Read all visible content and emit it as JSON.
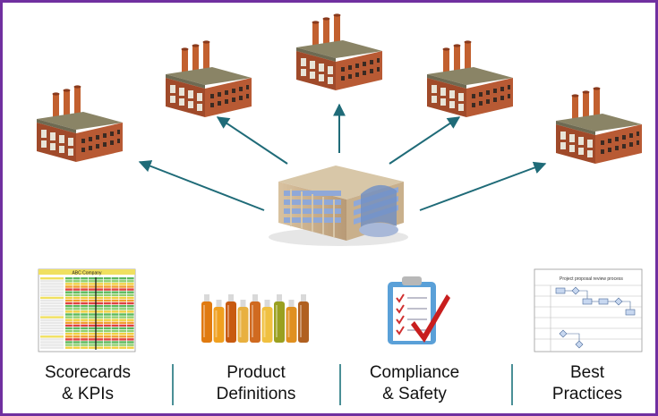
{
  "categories": [
    {
      "line1": "Scorecards",
      "line2": "& KPIs",
      "icon": "scorecard-spreadsheet-icon"
    },
    {
      "line1": "Product",
      "line2": "Definitions",
      "icon": "product-bottles-icon"
    },
    {
      "line1": "Compliance",
      "line2": "& Safety",
      "icon": "compliance-clipboard-icon"
    },
    {
      "line1": "Best",
      "line2": "Practices",
      "icon": "process-flowchart-icon"
    }
  ],
  "scorecard_title": "ABC Company",
  "flowchart_title": "Project proposal review process",
  "colors": {
    "border": "#7030a0",
    "arrow": "#1f6b78",
    "divider": "#4a8f96",
    "brick": "#a04a2a",
    "roof": "#8a8466"
  }
}
